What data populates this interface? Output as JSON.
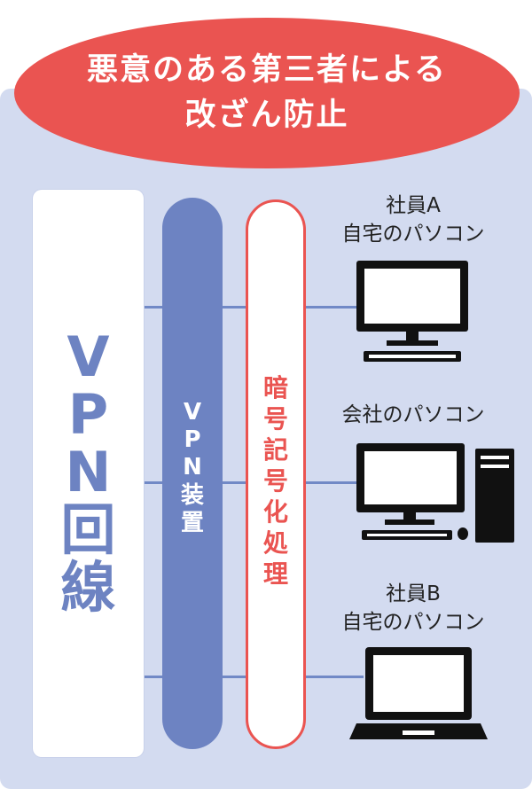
{
  "banner": {
    "line1": "悪意のある第三者による",
    "line2": "改ざん防止"
  },
  "vpn_line": {
    "chars": [
      "V",
      "P",
      "N",
      "回",
      "線"
    ]
  },
  "vpn_device": {
    "chars": [
      "V",
      "P",
      "N",
      "装",
      "置"
    ]
  },
  "encryption": {
    "chars": [
      "暗",
      "号",
      "記",
      "号",
      "化",
      "処",
      "理"
    ]
  },
  "nodes": [
    {
      "line1": "社員A",
      "line2": "自宅のパソコン",
      "icon": "desktop-computer-icon"
    },
    {
      "line1": "会社のパソコン",
      "icon": "desktop-with-tower-icon"
    },
    {
      "line1": "社員B",
      "line2": "自宅のパソコン",
      "icon": "laptop-icon"
    }
  ],
  "colors": {
    "banner": "#ea5451",
    "accent_blue": "#6d83c2",
    "panel": "#d3dbf0",
    "icon": "#111111"
  }
}
